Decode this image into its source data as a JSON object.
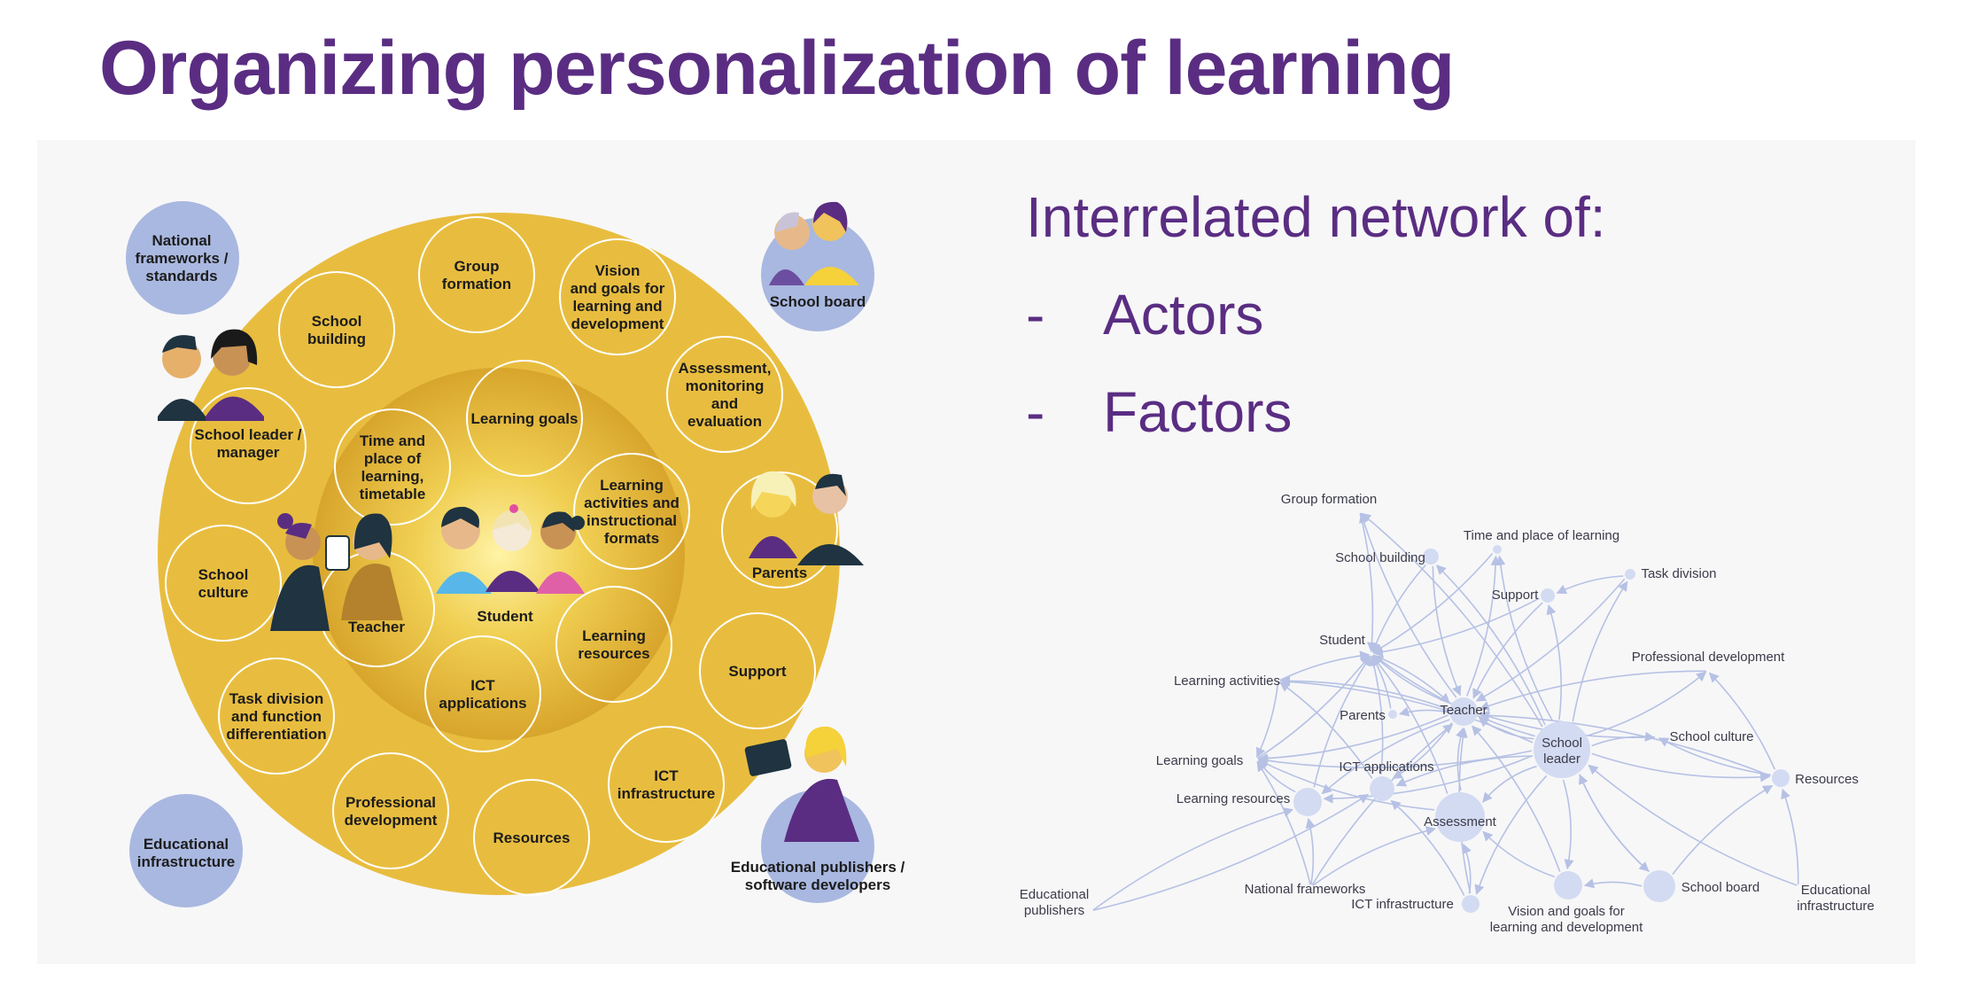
{
  "slide": {
    "title": "Organizing personalization of learning",
    "right_heading": "Interrelated network of:",
    "bullets": [
      {
        "dash": "-",
        "text": "Actors"
      },
      {
        "dash": "-",
        "text": "Factors"
      }
    ]
  },
  "colors": {
    "title_purple": "#5a2d82",
    "circle_yellow": "#e8bd3f",
    "inner_yellow": "#d8a52c",
    "actor_blue": "#a9b8e0",
    "network_line": "#b6c1e4",
    "network_node": "#d3dbf2"
  },
  "circle_diagram": {
    "outer_nodes": [
      {
        "id": "national",
        "label": "National\nframeworks /\nstandards"
      },
      {
        "id": "school-board",
        "label": "School board"
      },
      {
        "id": "edu-infra",
        "label": "Educational\ninfrastructure"
      },
      {
        "id": "publishers",
        "label": "Educational publishers /\nsoftware developers"
      }
    ],
    "ring_nodes": [
      {
        "id": "group-formation",
        "label": "Group\nformation"
      },
      {
        "id": "vision-goals",
        "label": "Vision\nand goals for\nlearning and\ndevelopment"
      },
      {
        "id": "school-building",
        "label": "School\nbuilding"
      },
      {
        "id": "assessment",
        "label": "Assessment,\nmonitoring\nand\nevaluation"
      },
      {
        "id": "school-leader",
        "label": "School leader /\nmanager"
      },
      {
        "id": "parents",
        "label": "Parents"
      },
      {
        "id": "school-culture",
        "label": "School\nculture"
      },
      {
        "id": "support",
        "label": "Support"
      },
      {
        "id": "task-division",
        "label": "Task division\nand function\ndifferentiation"
      },
      {
        "id": "ict-infra",
        "label": "ICT\ninfrastructure"
      },
      {
        "id": "prof-dev",
        "label": "Professional\ndevelopment"
      },
      {
        "id": "resources",
        "label": "Resources"
      }
    ],
    "inner_nodes": [
      {
        "id": "learning-goals",
        "label": "Learning goals"
      },
      {
        "id": "time-place",
        "label": "Time and\nplace of\nlearning,\ntimetable"
      },
      {
        "id": "learning-activities",
        "label": "Learning\nactivities and\ninstructional\nformats"
      },
      {
        "id": "teacher",
        "label": "Teacher"
      },
      {
        "id": "learning-resources",
        "label": "Learning\nresources"
      },
      {
        "id": "ict-apps",
        "label": "ICT\napplications"
      }
    ],
    "center_label": "Student"
  },
  "network": {
    "nodes": [
      {
        "id": "group-formation",
        "label": "Group formation"
      },
      {
        "id": "time-place",
        "label": "Time and place of learning"
      },
      {
        "id": "school-building",
        "label": "School building"
      },
      {
        "id": "task-division",
        "label": "Task division"
      },
      {
        "id": "support",
        "label": "Support"
      },
      {
        "id": "student",
        "label": "Student"
      },
      {
        "id": "prof-dev",
        "label": "Professional development"
      },
      {
        "id": "learning-activities",
        "label": "Learning activities"
      },
      {
        "id": "parents",
        "label": "Parents"
      },
      {
        "id": "teacher",
        "label": "Teacher"
      },
      {
        "id": "school-leader",
        "label": "School\nleader"
      },
      {
        "id": "school-culture",
        "label": "School culture"
      },
      {
        "id": "learning-goals",
        "label": "Learning goals"
      },
      {
        "id": "ict-apps",
        "label": "ICT applications"
      },
      {
        "id": "resources",
        "label": "Resources"
      },
      {
        "id": "learning-resources",
        "label": "Learning resources"
      },
      {
        "id": "assessment",
        "label": "Assessment"
      },
      {
        "id": "edu-publishers",
        "label": "Educational\npublishers"
      },
      {
        "id": "national",
        "label": "National frameworks"
      },
      {
        "id": "ict-infra",
        "label": "ICT infrastructure"
      },
      {
        "id": "vision",
        "label": "Vision and goals for\nlearning and development"
      },
      {
        "id": "school-board",
        "label": "School board"
      },
      {
        "id": "edu-infra",
        "label": "Educational\ninfrastructure"
      }
    ]
  }
}
